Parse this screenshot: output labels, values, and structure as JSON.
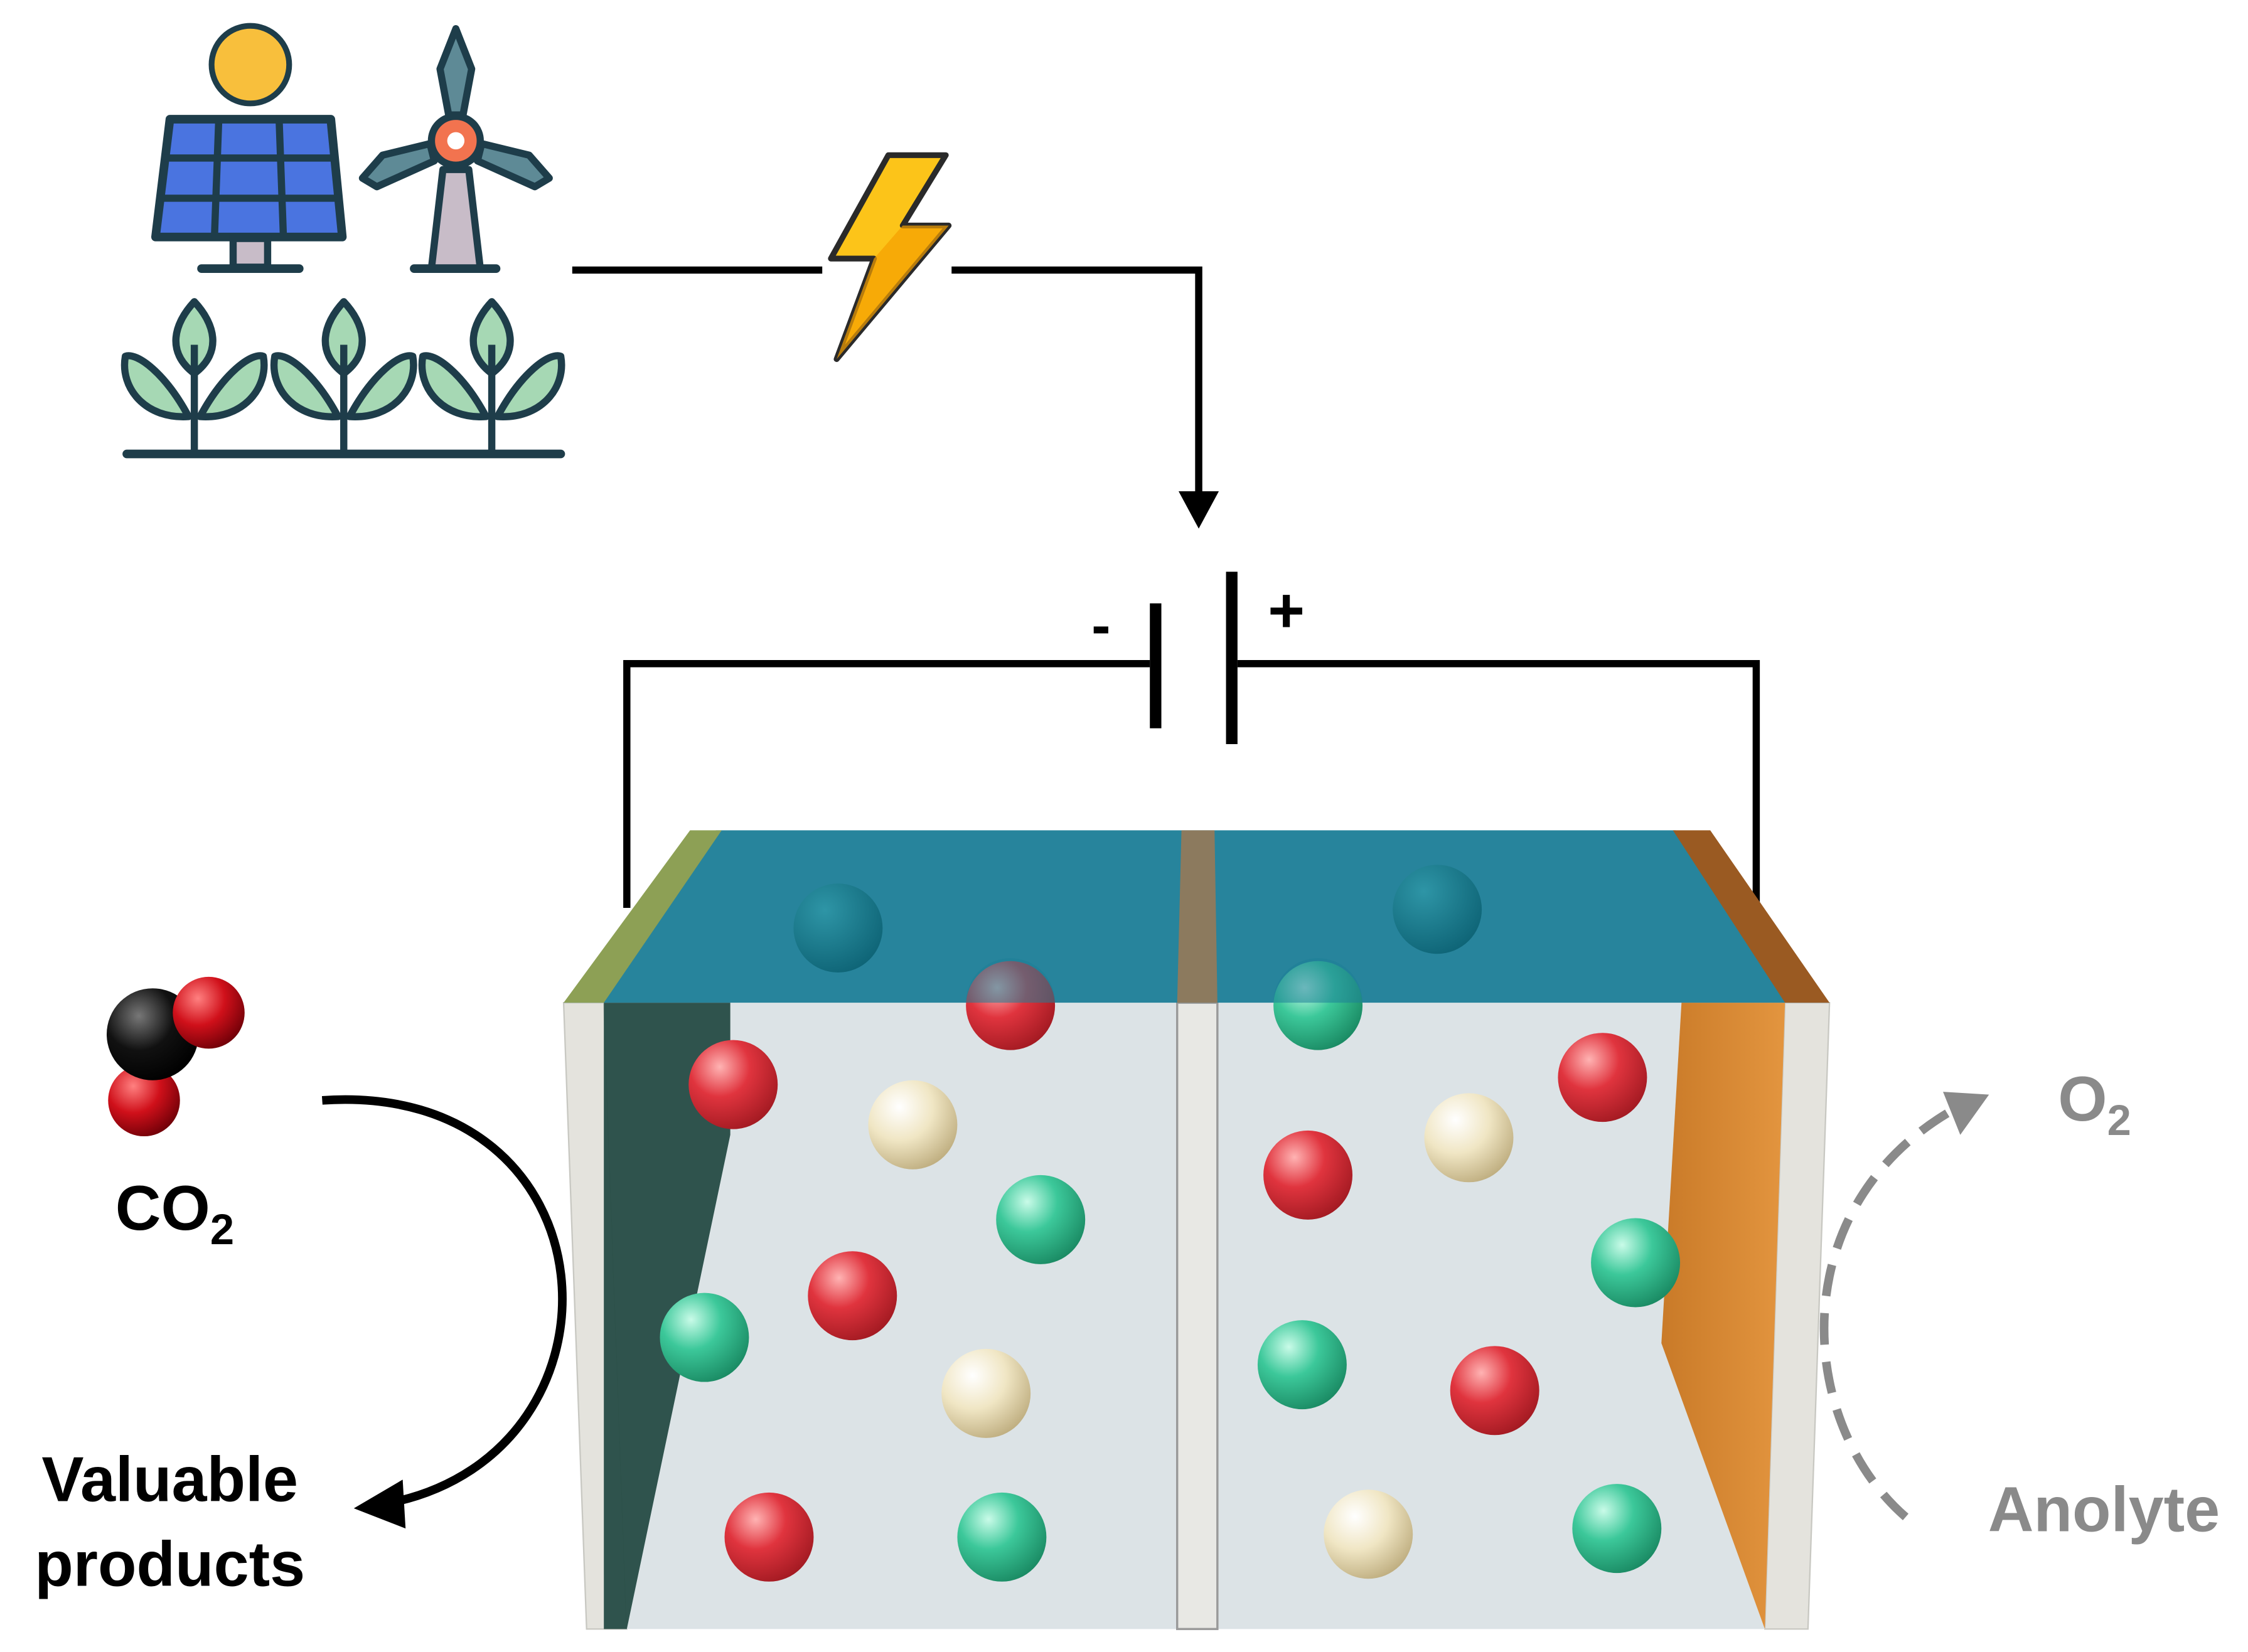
{
  "labels": {
    "co2_main": "CO",
    "co2_sub": "2",
    "products_line1": "Valuable",
    "products_line2": "products",
    "o2_main": "O",
    "o2_sub": "2",
    "anolyte": "Anolyte",
    "minus": "-",
    "plus": "+"
  },
  "colors": {
    "electrolyte_top": "#1E7F98",
    "cathode": "#1F4640",
    "anode": "#E0903A",
    "membrane": "#8C7A5E",
    "red_ion": "#E0343E",
    "green_ion": "#3CC89A",
    "cream_ion": "#F0E6C4",
    "wire": "#000000",
    "anolyte_gray": "#8A8A8A"
  },
  "icons": [
    "solar-panel-icon",
    "wind-turbine-icon",
    "plant-icon",
    "lightning-bolt-icon",
    "co2-molecule-icon"
  ]
}
